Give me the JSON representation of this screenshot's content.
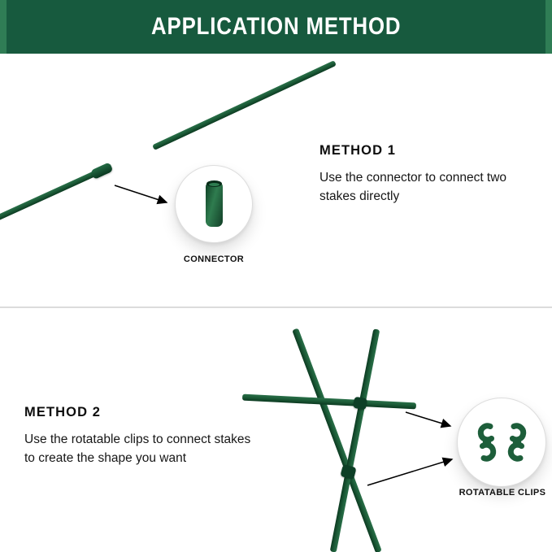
{
  "banner": {
    "title": "APPLICATION METHOD"
  },
  "method1": {
    "heading": "METHOD 1",
    "description": "Use the connector to connect two stakes directly",
    "callout_label": "CONNECTOR"
  },
  "method2": {
    "heading": "METHOD 2",
    "description": "Use the rotatable clips to connect stakes to create the shape you want",
    "callout_label": "ROTATABLE CLIPS"
  },
  "colors": {
    "banner_green": "#175a3e",
    "banner_edge_green": "#2f7d55",
    "stake_green": "#1c5c38",
    "stake_green_light": "#2a7049",
    "stake_green_dark": "#0c3a21",
    "arrow_black": "#000000"
  }
}
